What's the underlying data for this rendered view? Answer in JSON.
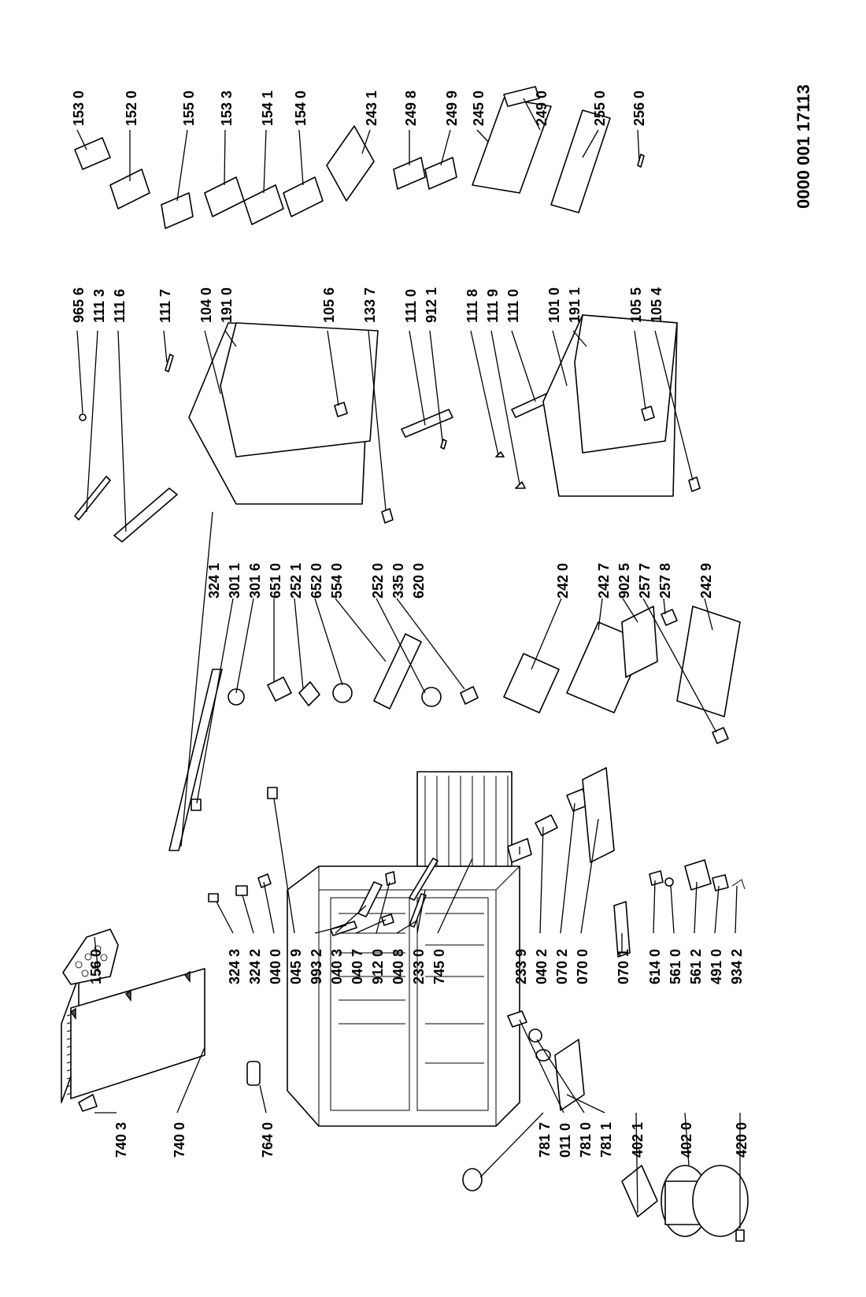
{
  "document_code": "0000 001 17113",
  "labels": {
    "c1": [
      "740 3",
      "740 0",
      "764 0",
      "781 7",
      "011 0",
      "781 0",
      "781 1",
      "402 1",
      "402 0",
      "420 0"
    ],
    "c2": [
      "156 0",
      "324 3",
      "324 2",
      "040 0",
      "045 9"
    ],
    "c3": [
      "993 2",
      "040 3",
      "040 7",
      "912 0",
      "040 8",
      "233 0",
      "745 0",
      "233 9",
      "040 2",
      "070 2",
      "070 0",
      "070 1",
      "614 0",
      "561 0",
      "561 2",
      "491 0",
      "934 2"
    ],
    "c4": [
      "324 1",
      "301 1",
      "301 6",
      "651 0",
      "252 1",
      "652 0",
      "554 0",
      "252 0",
      "335 0",
      "620 0",
      "242 0",
      "242 7",
      "902 5",
      "257 7",
      "257 8",
      "242 9"
    ],
    "c5": [
      "965 6",
      "111 3",
      "111 6",
      "111 7",
      "104 0",
      "191 0",
      "105 6",
      "133 7",
      "111 0",
      "912 1",
      "111 8",
      "111 9",
      "111 0",
      "101 0",
      "191 1",
      "105 5",
      "105 4"
    ],
    "c6": [
      "153 0",
      "152 0",
      "155 0",
      "153 3",
      "154 1",
      "154 0",
      "243 1",
      "249 8",
      "249 9",
      "245 0",
      "249 0",
      "255 0",
      "256 0"
    ]
  }
}
